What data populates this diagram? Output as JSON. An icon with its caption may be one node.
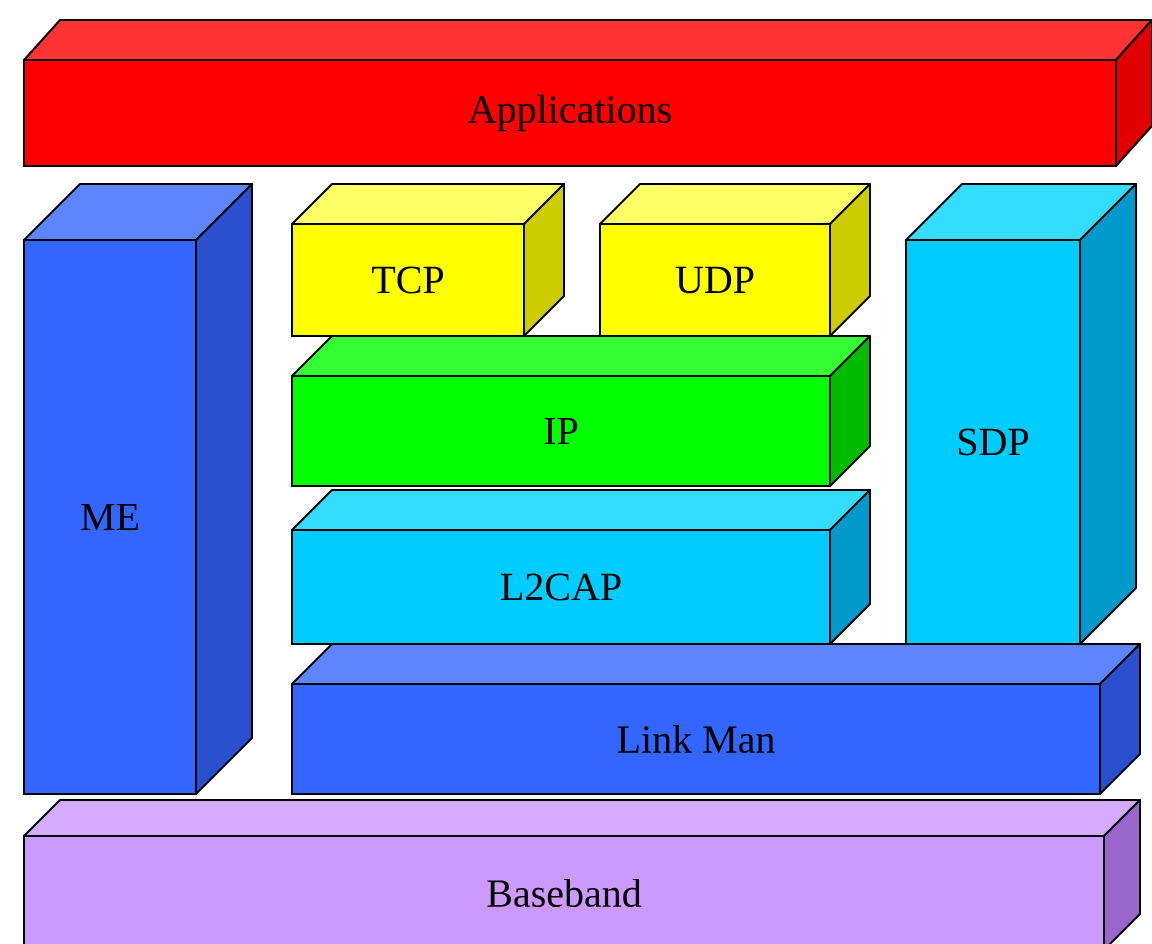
{
  "diagram": {
    "nodes": [
      {
        "text": [
          "Applications"
        ]
      },
      {
        "text": [
          "ME"
        ]
      },
      {
        "text": [
          "TCP"
        ]
      },
      {
        "text": [
          "UDP"
        ]
      },
      {
        "text": [
          "SDP"
        ]
      },
      {
        "text": [
          "IP"
        ]
      },
      {
        "text": [
          "L2CAP"
        ]
      },
      {
        "text": [
          "Link Man"
        ]
      },
      {
        "text": [
          "Baseband"
        ]
      }
    ]
  }
}
